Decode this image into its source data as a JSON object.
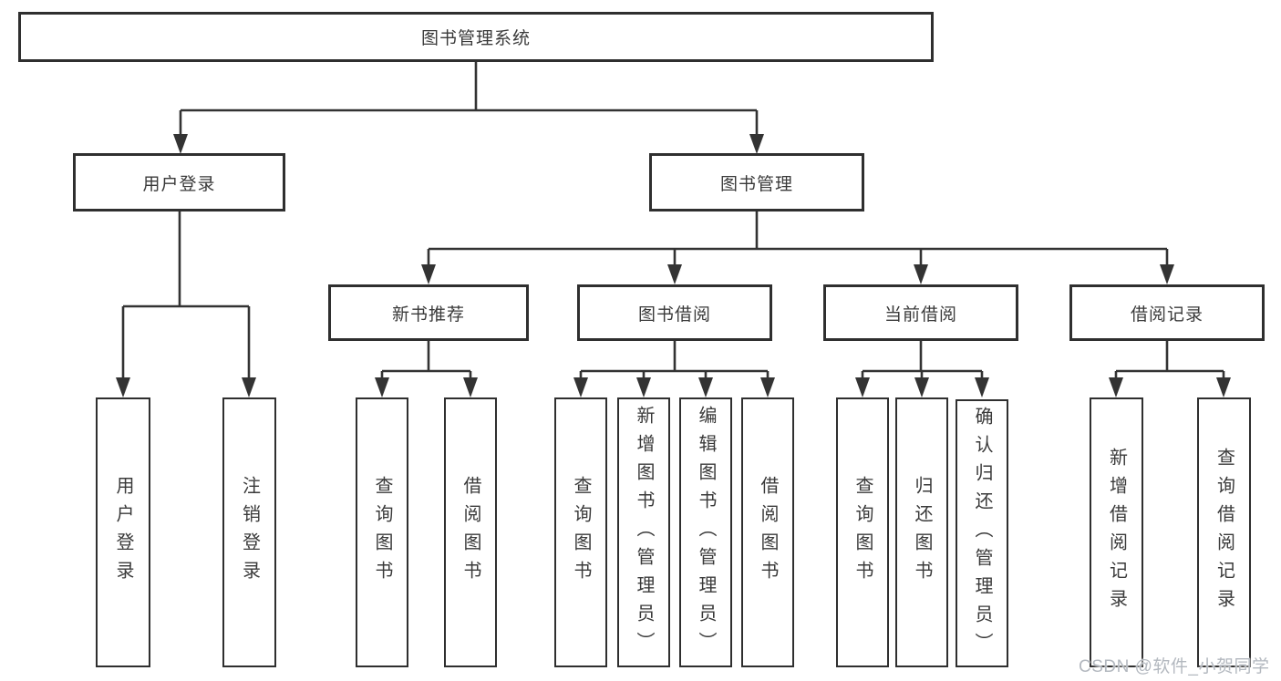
{
  "diagram": {
    "type": "hierarchy-tree",
    "title": "图书管理系统",
    "nodes": {
      "root": {
        "label": "图书管理系统"
      },
      "user_login": {
        "label": "用户登录"
      },
      "book_mgmt": {
        "label": "图书管理"
      },
      "new_book_rec": {
        "label": "新书推荐"
      },
      "book_borrow": {
        "label": "图书借阅"
      },
      "current_borrow": {
        "label": "当前借阅"
      },
      "borrow_record": {
        "label": "借阅记录"
      },
      "leaf_user_login": {
        "label": "用户登录"
      },
      "leaf_logout": {
        "label": "注销登录"
      },
      "leaf_query_book_a": {
        "label": "查询图书"
      },
      "leaf_borrow_book_a": {
        "label": "借阅图书"
      },
      "leaf_query_book_b": {
        "label": "查询图书"
      },
      "leaf_add_book": {
        "label": "新增图书（管理员）"
      },
      "leaf_edit_book": {
        "label": "编辑图书（管理员）"
      },
      "leaf_borrow_book_b": {
        "label": "借阅图书"
      },
      "leaf_query_book_c": {
        "label": "查询图书"
      },
      "leaf_return_book": {
        "label": "归还图书"
      },
      "leaf_confirm_return": {
        "label": "确认归还（管理员）"
      },
      "leaf_add_record": {
        "label": "新增借阅记录"
      },
      "leaf_query_record": {
        "label": "查询借阅记录"
      }
    },
    "edges": [
      "图书管理系统 -> 用户登录",
      "图书管理系统 -> 图书管理",
      "用户登录 -> 用户登录(叶)",
      "用户登录 -> 注销登录",
      "图书管理 -> 新书推荐",
      "图书管理 -> 图书借阅",
      "图书管理 -> 当前借阅",
      "图书管理 -> 借阅记录",
      "新书推荐 -> 查询图书",
      "新书推荐 -> 借阅图书",
      "图书借阅 -> 查询图书",
      "图书借阅 -> 新增图书（管理员）",
      "图书借阅 -> 编辑图书（管理员）",
      "图书借阅 -> 借阅图书",
      "当前借阅 -> 查询图书",
      "当前借阅 -> 归还图书",
      "当前借阅 -> 确认归还（管理员）",
      "借阅记录 -> 新增借阅记录",
      "借阅记录 -> 查询借阅记录"
    ],
    "colors": {
      "line": "#333333",
      "box_border": "#2f2f2f",
      "box_fill": "#ffffff",
      "text": "#3a3a3a",
      "watermark": "#b3b8bf"
    }
  },
  "watermark": {
    "text": "CSDN @软件_小贺同学"
  }
}
